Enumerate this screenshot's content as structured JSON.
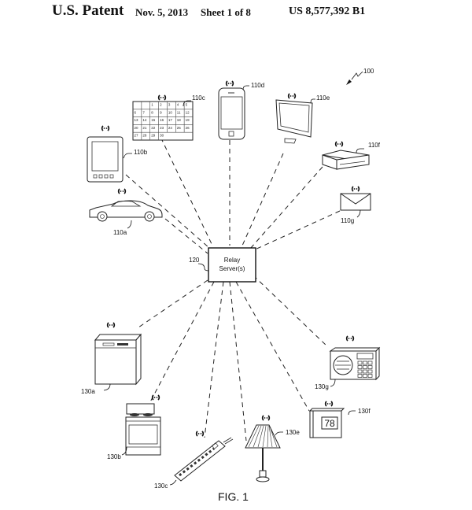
{
  "header": {
    "title": "U.S. Patent",
    "date": "Nov. 5, 2013",
    "sheet": "Sheet 1 of 8",
    "patent_number": "US 8,577,392 B1"
  },
  "figure": {
    "caption": "FIG. 1",
    "system_ref": "100",
    "server": {
      "ref": "120",
      "label_line1": "Relay",
      "label_line2": "Server(s)"
    },
    "devices_top": [
      {
        "ref": "110a",
        "icon": "car-icon"
      },
      {
        "ref": "110b",
        "icon": "tablet-icon"
      },
      {
        "ref": "110c",
        "icon": "calendar-icon"
      },
      {
        "ref": "110d",
        "icon": "smartphone-icon"
      },
      {
        "ref": "110e",
        "icon": "monitor-icon"
      },
      {
        "ref": "110f",
        "icon": "settop-box-icon"
      },
      {
        "ref": "110g",
        "icon": "envelope-icon"
      }
    ],
    "devices_bottom": [
      {
        "ref": "130a",
        "icon": "dishwasher-icon"
      },
      {
        "ref": "130b",
        "icon": "stove-icon"
      },
      {
        "ref": "130c",
        "icon": "power-strip-icon"
      },
      {
        "ref": "130e",
        "icon": "lamp-icon"
      },
      {
        "ref": "130f",
        "icon": "thermostat-icon",
        "display": "78"
      },
      {
        "ref": "130g",
        "icon": "radio-icon"
      }
    ],
    "calendar_days": [
      "1",
      "2",
      "3",
      "4",
      "5",
      "6",
      "7",
      "8",
      "9",
      "10",
      "11",
      "12",
      "13",
      "14",
      "15",
      "16",
      "17",
      "18",
      "19",
      "20",
      "21",
      "22",
      "23",
      "24",
      "25",
      "26",
      "27",
      "28",
      "29",
      "30"
    ]
  }
}
